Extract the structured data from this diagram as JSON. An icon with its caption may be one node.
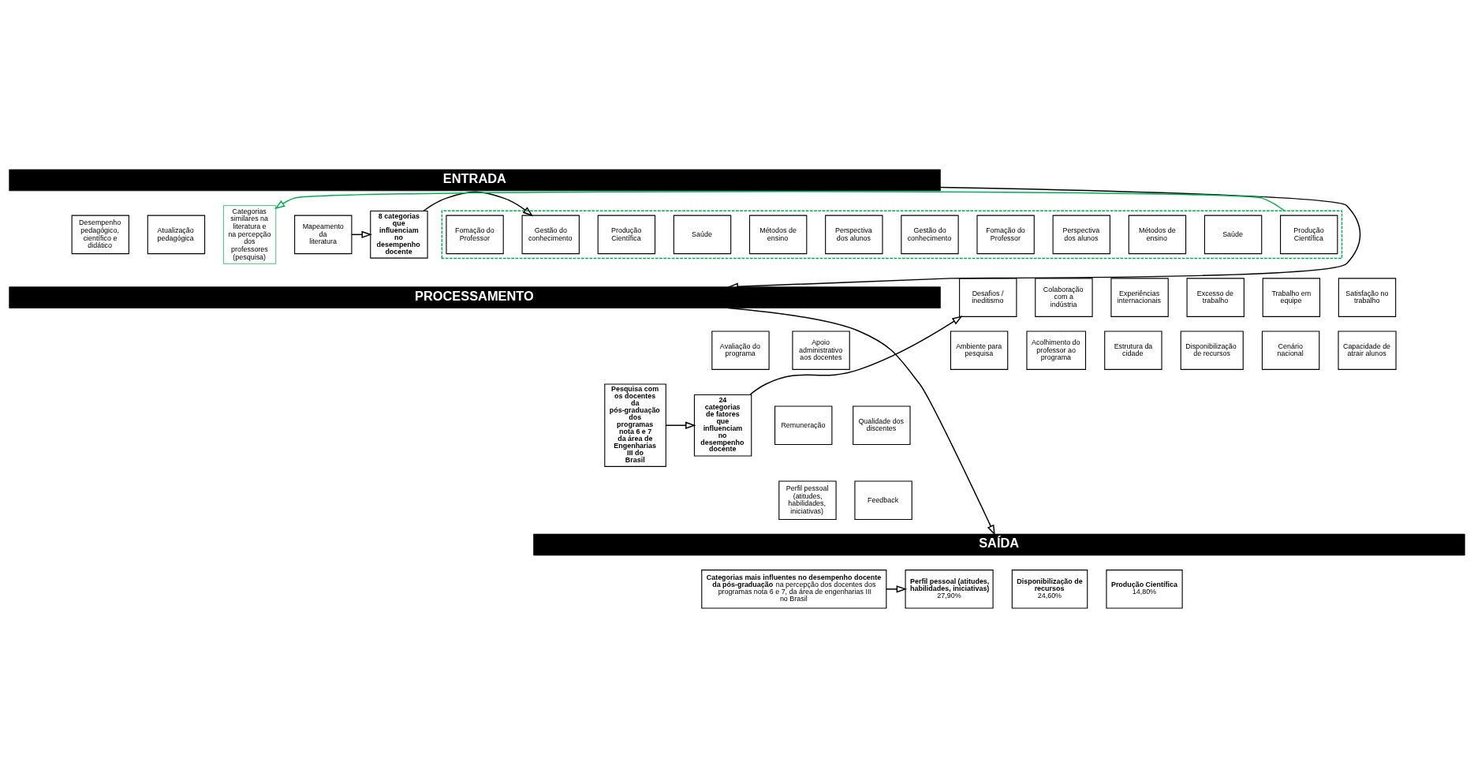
{
  "diagram": {
    "nodes": [
      {
        "text": [
          "ENTRADA"
        ]
      },
      {
        "text": [
          "Mapeamento da literatura"
        ]
      },
      {
        "text": [
          "8 categorias que influenciam no desempenho docente"
        ]
      },
      {
        "text": [],
        "shape": "box"
      },
      {
        "text": [
          "Gestão do conhecimento"
        ],
        "in": 3
      },
      {
        "text": [
          "Fomação do Professor"
        ],
        "in": 3
      },
      {
        "text": [
          "Perspectiva dos alunos"
        ],
        "in": 3
      },
      {
        "text": [
          "Métodos de ensino"
        ],
        "in": 3
      },
      {
        "text": [
          "Saúde"
        ],
        "in": 3
      },
      {
        "text": [
          "Produção Científica"
        ],
        "in": 3
      },
      {
        "text": [
          "Desempenho pedagógico, científico e didático"
        ]
      },
      {
        "text": [
          "Atualização pedagógica"
        ]
      },
      {
        "text": [
          "Categorias similares na literatura e na percepção dos professores (pesquisa)"
        ]
      },
      {
        "text": [
          "PROCESSAMENTO"
        ]
      },
      {
        "text": [
          "Pesquisa com os docentes da pós-graduação dos programas nota 6 e 7 da área de Engenharias III do Brasil"
        ]
      },
      {
        "text": [
          "24 categorias de fatores que influenciam no desempenho docente"
        ]
      },
      {
        "text": [
          "Gestão do conhecimento"
        ],
        "in": 3
      },
      {
        "text": [
          "Fomação do Professor"
        ],
        "in": 3
      },
      {
        "text": [
          "Perspectiva dos alunos"
        ],
        "in": 3
      },
      {
        "text": [
          "Métodos de ensino"
        ],
        "in": 3
      },
      {
        "text": [
          "Saúde"
        ],
        "in": 3
      },
      {
        "text": [
          "Produção Científica"
        ],
        "in": 3
      },
      {
        "text": [
          "Avaliação do programa"
        ]
      },
      {
        "text": [
          "Apoio administrativo aos docentes"
        ]
      },
      {
        "text": [
          "Desafios / ineditismo"
        ]
      },
      {
        "text": [
          "Colaboração com a indústria"
        ]
      },
      {
        "text": [
          "Experiências internacionais"
        ]
      },
      {
        "text": [
          "Excesso de trabalho"
        ]
      },
      {
        "text": [
          "Trabalho em equipe"
        ]
      },
      {
        "text": [
          "Satisfação no trabalho"
        ]
      },
      {
        "text": [
          "Remuneração"
        ]
      },
      {
        "text": [
          "Qualidade dos discentes"
        ]
      },
      {
        "text": [
          "Ambiente para pesquisa"
        ]
      },
      {
        "text": [
          "Acolhimento do professor ao programa"
        ]
      },
      {
        "text": [
          "Estrutura da cidade"
        ]
      },
      {
        "text": [
          "Disponibilização de recursos"
        ]
      },
      {
        "text": [
          "Cenário nacional"
        ]
      },
      {
        "text": [
          "Capacidade de atrair alunos"
        ]
      },
      {
        "text": [
          "Perfil pessoal (atitudes, habilidades, iniciativas)"
        ]
      },
      {
        "text": [
          "Feedback"
        ]
      },
      {
        "text": [
          "SAÍDA"
        ]
      },
      {
        "text": [
          "**Categorias mais influentes no desempenho docente da pós-graduação** na percepção dos docentes dos programas nota 6 e 7, da área de engenharias III no Brasil"
        ]
      },
      {
        "text": [
          "Perfil pessoal (atitudes, habilidades, iniciativas)",
          "27,90%"
        ]
      },
      {
        "text": [
          "Disponibilização de recursos",
          "24,60%"
        ]
      },
      {
        "text": [
          "Produção Científica",
          "14,80%"
        ]
      }
    ],
    "edges": [
      {
        "from": 1,
        "to": 2,
        "arrow": "to"
      },
      {
        "from": 2,
        "to": 4,
        "arrow": "to"
      },
      {
        "from": 0,
        "to": 13,
        "arrow": "to"
      },
      {
        "from": 3,
        "to": 12,
        "arrow": "to",
        "color": "#00b050"
      },
      {
        "from": 14,
        "to": 15,
        "arrow": "to"
      },
      {
        "from": 15,
        "to": 24,
        "arrow": "to"
      },
      {
        "from": 13,
        "to": 40,
        "arrow": "to"
      },
      {
        "from": 41,
        "to": 42,
        "arrow": "to"
      }
    ]
  }
}
